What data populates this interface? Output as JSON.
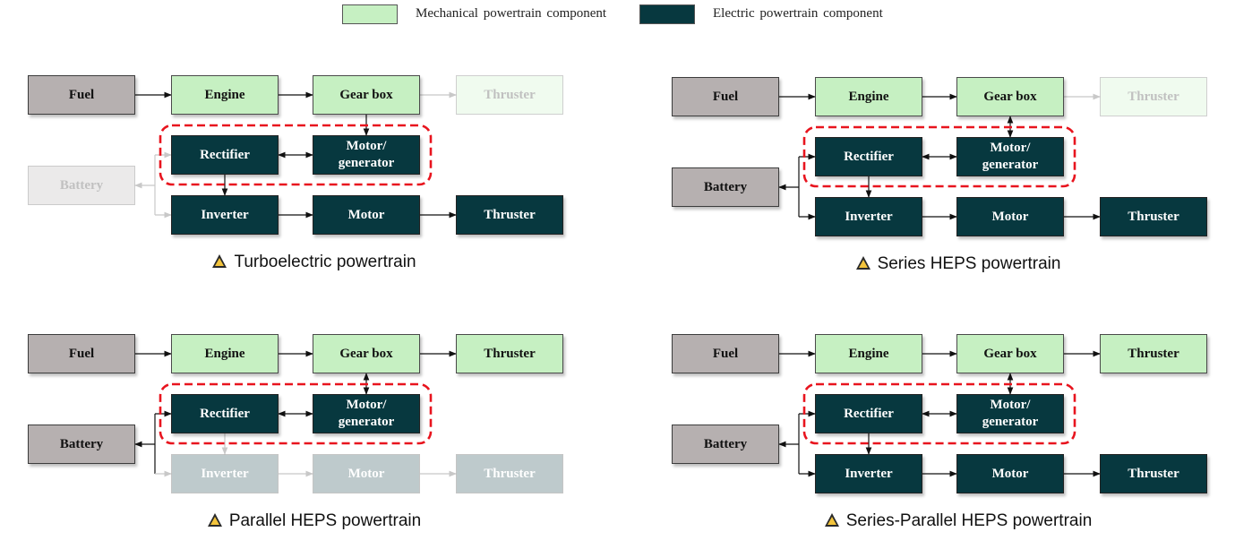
{
  "legend": {
    "mechanical_label": "Mechanical powertrain component",
    "electric_label": "Electric powertrain component",
    "mechanical_color": "#c6f0c2",
    "electric_color": "#07383f"
  },
  "panels": [
    {
      "caption": "Turboelectric powertrain",
      "caption_icon": "warning-triangle-icon",
      "labels": {
        "fuel": "Fuel",
        "engine": "Engine",
        "gearbox": "Gear box",
        "thruster_mech": "Thruster",
        "rectifier": "Rectifier",
        "motor_generator": "Motor/\ngenerator",
        "battery": "Battery",
        "inverter": "Inverter",
        "motor": "Motor",
        "thruster_elec": "Thruster"
      },
      "inactive": [
        "thruster_mech",
        "battery"
      ]
    },
    {
      "caption": "Series HEPS powertrain",
      "caption_icon": "warning-triangle-icon",
      "labels": {
        "fuel": "Fuel",
        "engine": "Engine",
        "gearbox": "Gear box",
        "thruster_mech": "Thruster",
        "rectifier": "Rectifier",
        "motor_generator": "Motor/\ngenerator",
        "battery": "Battery",
        "inverter": "Inverter",
        "motor": "Motor",
        "thruster_elec": "Thruster"
      },
      "inactive": [
        "thruster_mech"
      ]
    },
    {
      "caption": "Parallel HEPS powertrain",
      "caption_icon": "warning-triangle-icon",
      "labels": {
        "fuel": "Fuel",
        "engine": "Engine",
        "gearbox": "Gear box",
        "thruster_mech": "Thruster",
        "rectifier": "Rectifier",
        "motor_generator": "Motor/\ngenerator",
        "battery": "Battery",
        "inverter": "Inverter",
        "motor": "Motor",
        "thruster_elec": "Thruster"
      },
      "inactive": [
        "inverter",
        "motor",
        "thruster_elec"
      ]
    },
    {
      "caption": "Series-Parallel HEPS powertrain",
      "caption_icon": "warning-triangle-icon",
      "labels": {
        "fuel": "Fuel",
        "engine": "Engine",
        "gearbox": "Gear box",
        "thruster_mech": "Thruster",
        "rectifier": "Rectifier",
        "motor_generator": "Motor/\ngenerator",
        "battery": "Battery",
        "inverter": "Inverter",
        "motor": "Motor",
        "thruster_elec": "Thruster"
      },
      "inactive": []
    }
  ]
}
